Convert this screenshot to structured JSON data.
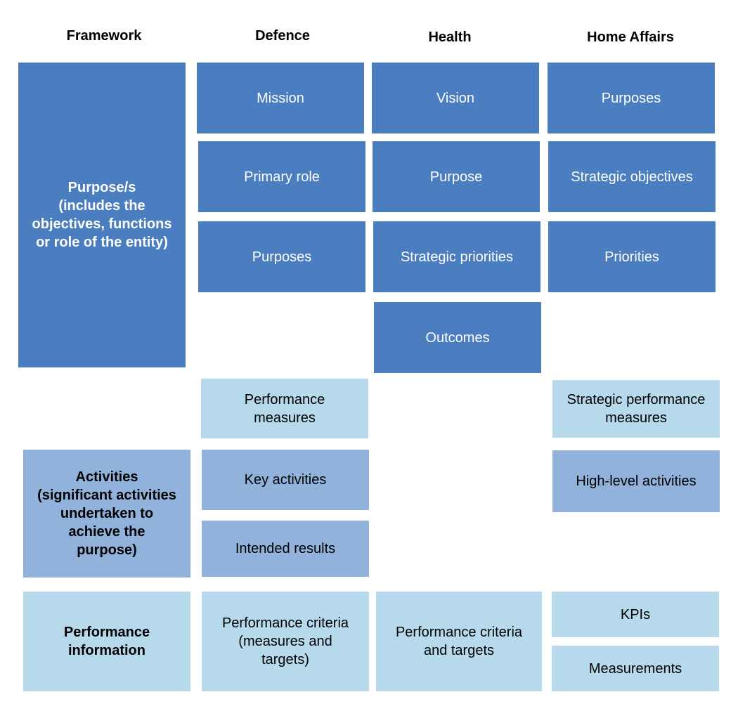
{
  "headers": {
    "framework": "Framework",
    "defence": "Defence",
    "health": "Health",
    "home_affairs": "Home Affairs"
  },
  "framework": {
    "purpose": "Purpose/s\n(includes the\nobjectives, functions\nor role of the entity)",
    "activities": "Activities\n(significant activities\nundertaken to\nachieve the\npurpose)",
    "performance_information": "Performance\ninformation"
  },
  "defence": {
    "mission": "Mission",
    "primary_role": "Primary role",
    "purposes": "Purposes",
    "performance_measures": "Performance\nmeasures",
    "key_activities": "Key activities",
    "intended_results": "Intended results",
    "performance_criteria": "Performance criteria\n(measures and\ntargets)"
  },
  "health": {
    "vision": "Vision",
    "purpose": "Purpose",
    "strategic_priorities": "Strategic priorities",
    "outcomes": "Outcomes",
    "performance_criteria": "Performance criteria\nand targets"
  },
  "home_affairs": {
    "purposes": "Purposes",
    "strategic_objectives": "Strategic objectives",
    "priorities": "Priorities",
    "strategic_performance_measures": "Strategic performance\nmeasures",
    "high_level_activities": "High-level activities",
    "kpis": "KPIs",
    "measurements": "Measurements"
  },
  "colors": {
    "dark_blue": "#4a7ec1",
    "mid_blue": "#90b2db",
    "light_blue": "#b6d9ec"
  }
}
